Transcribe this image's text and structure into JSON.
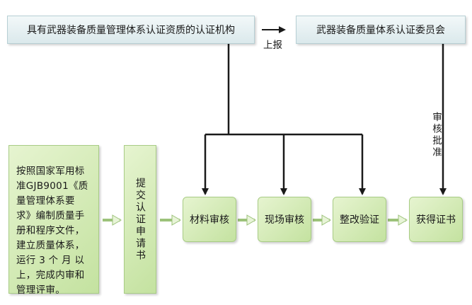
{
  "nodes": {
    "cert_org": "具有武器装备质量管理体系认证资质的认证机构",
    "committee": "武器装备质量体系认证委员会",
    "preparation": "按照国家军用标\n准GJB9001《质\n量管理体系要\n求》编制质量手\n册和程序文件，\n建立质量体系，\n运行 3 个 月 以\n上，完成内审和\n管理评审。",
    "apply": "提交认证申请书",
    "material_review": "材料审核",
    "onsite_review": "现场审核",
    "rectify": "整改验证",
    "certificate": "获得证书"
  },
  "edge_labels": {
    "report": "上报",
    "approve": "审核批准"
  }
}
